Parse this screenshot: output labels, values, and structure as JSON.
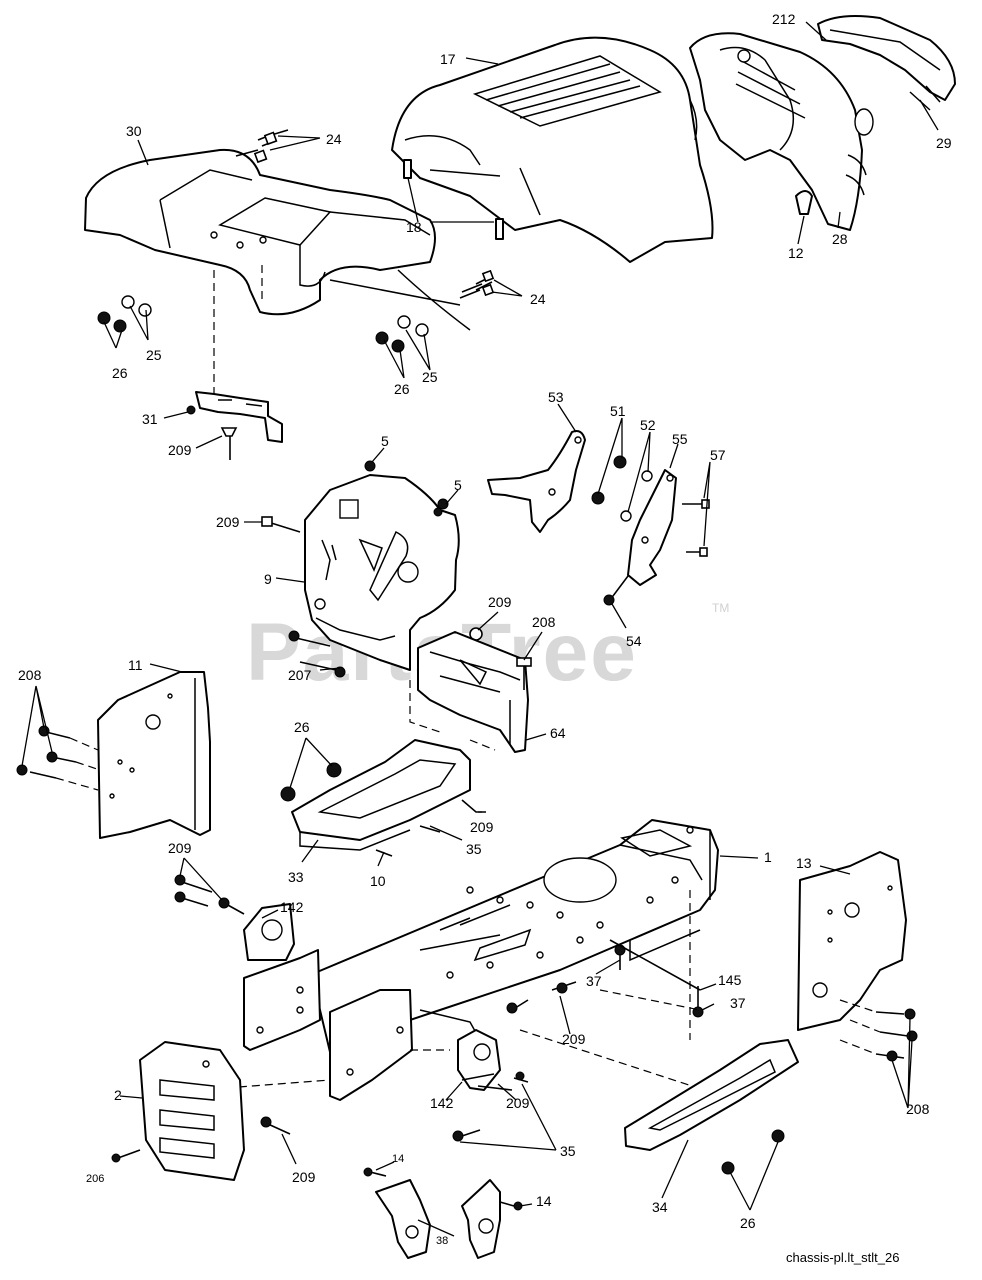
{
  "watermark": {
    "text": "PartsTree",
    "trademark": "TM"
  },
  "reference": "chassis-pl.lt_stlt_26",
  "callouts": {
    "c17": "17",
    "c212": "212",
    "c29": "29",
    "c28": "28",
    "c12": "12",
    "c18": "18",
    "c30": "30",
    "c24a": "24",
    "c24b": "24",
    "c25a": "25",
    "c26a": "26",
    "c25b": "25",
    "c26b": "26",
    "c31": "31",
    "c209a": "209",
    "c5a": "5",
    "c5b": "5",
    "c209b": "209",
    "c9": "9",
    "c53": "53",
    "c51": "51",
    "c52": "52",
    "c55": "55",
    "c57": "57",
    "c54": "54",
    "c209c": "209",
    "c208a": "208",
    "c207": "207",
    "c11": "11",
    "c208b": "208",
    "c64": "64",
    "c26c": "26",
    "c209d": "209",
    "c35a": "35",
    "c33": "33",
    "c10": "10",
    "c1": "1",
    "c13": "13",
    "c209e": "209",
    "c142a": "142",
    "c37a": "37",
    "c145": "145",
    "c37b": "37",
    "c209f": "209",
    "c2": "2",
    "c142b": "142",
    "c209g": "209",
    "c208c": "208",
    "c206": "206",
    "c209h": "209",
    "c35b": "35",
    "c34": "34",
    "c26d": "26",
    "c14a": "14",
    "c14b": "14",
    "c38": "38"
  }
}
